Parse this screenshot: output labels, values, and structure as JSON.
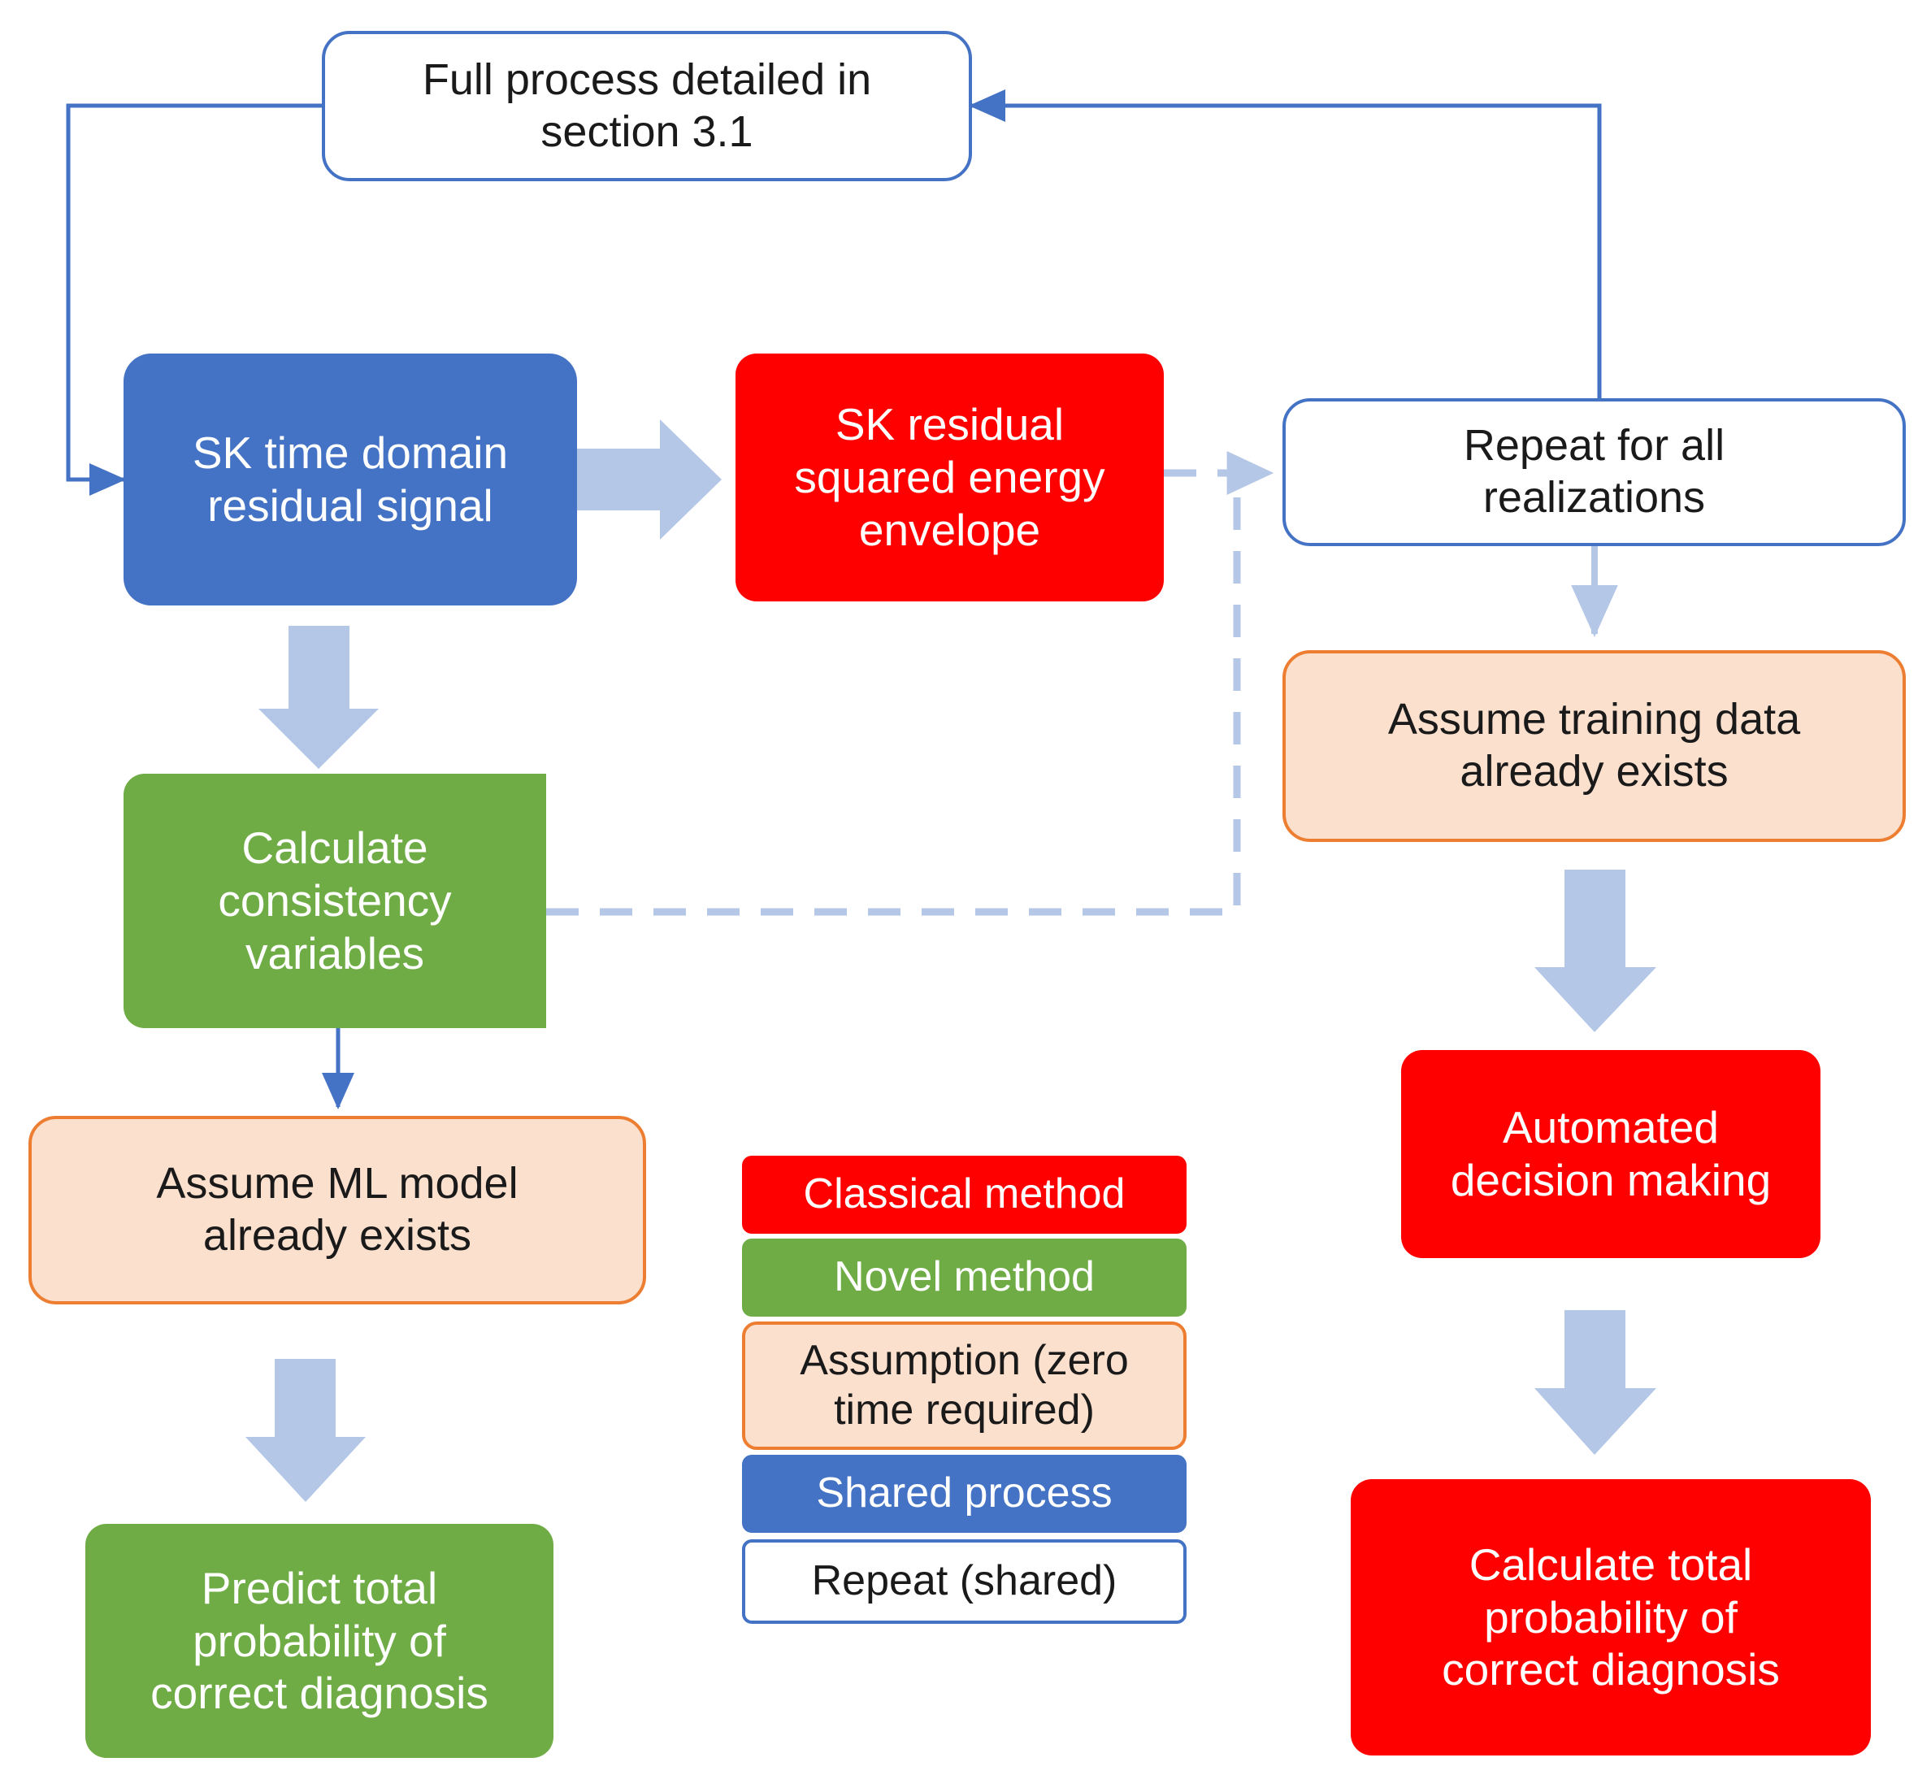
{
  "diagram": {
    "title": "Flowchart comparing classical and novel diagnosis methods",
    "colors": {
      "classical_red": "#FF0000",
      "novel_green": "#6FAC46",
      "shared_blue": "#4472C4",
      "assumption_peach": "#FBE0CE",
      "assumption_border": "#ED7D31",
      "repeat_white": "#FFFFFF",
      "repeat_border": "#4472C4",
      "block_arrow": "#B4C7E7",
      "thin_connector": "#4472C4"
    },
    "nodes": {
      "full_process": "Full process detailed in\nsection 3.1",
      "sk_time_domain": "SK time domain\nresidual signal",
      "sk_residual_energy": "SK residual\nsquared energy\nenvelope",
      "repeat_all": "Repeat for all\nrealizations",
      "calculate_consistency": "Calculate\nconsistency\nvariables",
      "assume_training_data": "Assume training data\nalready exists",
      "assume_ml_model": "Assume ML model\nalready exists",
      "automated_decision": "Automated\ndecision making",
      "predict_total": "Predict total\nprobability of\ncorrect diagnosis",
      "calculate_total": "Calculate total\nprobability of\ncorrect diagnosis"
    },
    "legend": {
      "items": [
        {
          "label": "Classical method",
          "style": "classical"
        },
        {
          "label": "Novel method",
          "style": "novel"
        },
        {
          "label": "Assumption (zero\ntime required)",
          "style": "assumption"
        },
        {
          "label": "Shared process",
          "style": "shared"
        },
        {
          "label": "Repeat (shared)",
          "style": "repeat"
        }
      ]
    },
    "connectors": [
      {
        "name": "loop-left-to-sk-time-domain",
        "type": "thin-line-arrow"
      },
      {
        "name": "loop-right-to-full-process",
        "type": "thin-line-arrow"
      },
      {
        "name": "sk-time-domain-to-energy-envelope",
        "type": "block-arrow-right"
      },
      {
        "name": "sk-time-domain-to-calculate-consistency",
        "type": "block-arrow-down"
      },
      {
        "name": "energy-envelope-to-repeat-all",
        "type": "dashed-line-arrow"
      },
      {
        "name": "calculate-consistency-to-repeat-all",
        "type": "dashed-line-arrow"
      },
      {
        "name": "calculate-consistency-to-assume-ml-model",
        "type": "thin-line-arrow"
      },
      {
        "name": "repeat-all-to-assume-training-data",
        "type": "thin-line-arrow"
      },
      {
        "name": "assume-training-data-to-automated-decision",
        "type": "block-arrow-down"
      },
      {
        "name": "assume-ml-model-to-predict-total",
        "type": "block-arrow-down"
      },
      {
        "name": "automated-decision-to-calculate-total",
        "type": "block-arrow-down"
      }
    ]
  }
}
